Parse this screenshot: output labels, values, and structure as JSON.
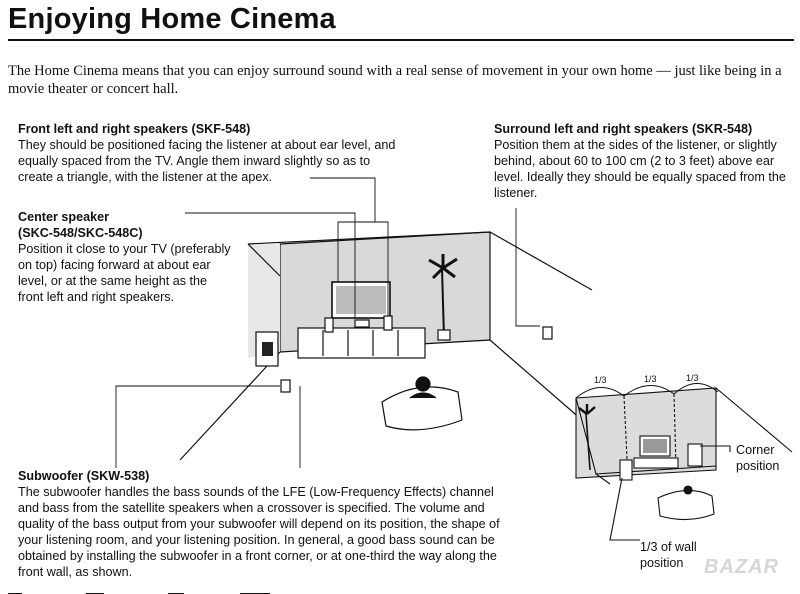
{
  "page": {
    "title": "Enjoying Home Cinema",
    "intro": "The Home Cinema means that you can enjoy surround sound with a real sense of movement in your own home — just like being in a movie theater or concert hall."
  },
  "front": {
    "heading": "Front left and right speakers (SKF-548)",
    "body": "They should be positioned facing the listener at about ear level, and equally spaced from the TV. Angle them inward slightly so as to create a triangle, with the listener at the apex."
  },
  "center": {
    "heading_line1": "Center speaker",
    "heading_line2": "(SKC-548/SKC-548C)",
    "body": "Position it close to your TV (preferably on top) facing forward at about ear level, or at the same height as the front left and right speakers."
  },
  "surround": {
    "heading": "Surround left and right speakers (SKR-548)",
    "body": "Position them at the sides of the listener, or slightly behind, about 60 to 100 cm (2 to 3 feet) above ear level. Ideally they should be equally spaced from the listener."
  },
  "subwoofer": {
    "heading": "Subwoofer (SKW-538)",
    "body": "The subwoofer handles the bass sounds of the LFE (Low-Frequency Effects) channel and bass from the satellite speakers when a crossover is specified. The volume and quality of the bass output from your subwoofer will depend on its position, the shape of your listening room, and your listening position. In general, a good bass sound can be obtained by installing the subwoofer in a front corner, or at one-third the way along the front wall, as shown."
  },
  "inset": {
    "corner_line1": "Corner",
    "corner_line2": "position",
    "third_line1": "1/3 of wall",
    "third_line2": "position",
    "fraction_num": "1",
    "fraction_den": "3"
  },
  "watermark": "BAZAR"
}
